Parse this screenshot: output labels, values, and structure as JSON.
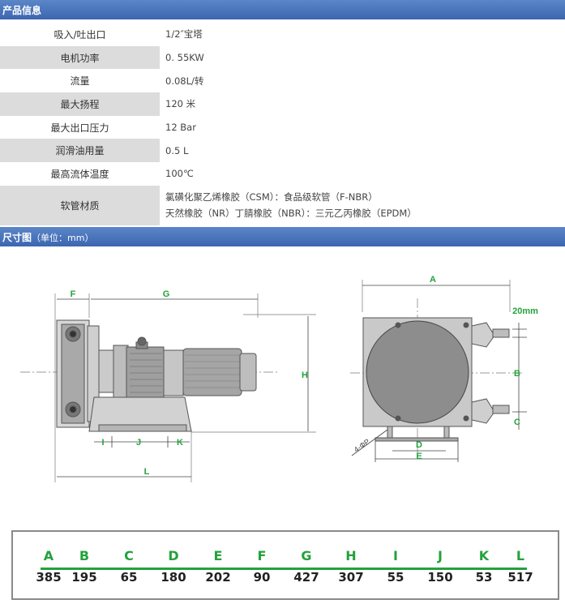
{
  "sections": {
    "product_info": "产品信息",
    "dimension_title": "尺寸图",
    "dimension_unit": "（单位：mm）"
  },
  "specs": [
    {
      "label": "吸入/吐出口",
      "value": "1/2″宝塔"
    },
    {
      "label": "电机功率",
      "value": "0. 55KW"
    },
    {
      "label": "流量",
      "value": "0.08L/转"
    },
    {
      "label": "最大扬程",
      "value": "120 米"
    },
    {
      "label": "最大出口压力",
      "value": "12 Bar"
    },
    {
      "label": "润滑油用量",
      "value": "0.5 L"
    },
    {
      "label": "最高流体温度",
      "value": "100℃"
    },
    {
      "label": "软管材质",
      "value": "氯磺化聚乙烯橡胶（CSM）：食品级软管（F-NBR）",
      "value2": "天然橡胶（NR）丁腈橡胶（NBR）：三元乙丙橡胶（EPDM）"
    }
  ],
  "drawing": {
    "side_labels": {
      "F": "F",
      "G": "G",
      "H": "H",
      "I": "I",
      "J": "J",
      "K": "K",
      "L": "L"
    },
    "front_labels": {
      "A": "A",
      "B": "B",
      "C": "C",
      "D": "D",
      "E": "E",
      "hose": "20mm",
      "holes": "4-ΦP"
    },
    "dim_color": "#23a23c"
  },
  "dimensions": [
    {
      "letter": "A",
      "value": "385"
    },
    {
      "letter": "B",
      "value": "195"
    },
    {
      "letter": "C",
      "value": "65"
    },
    {
      "letter": "D",
      "value": "180"
    },
    {
      "letter": "E",
      "value": "202"
    },
    {
      "letter": "F",
      "value": "90"
    },
    {
      "letter": "G",
      "value": "427"
    },
    {
      "letter": "H",
      "value": "307"
    },
    {
      "letter": "I",
      "value": "55"
    },
    {
      "letter": "J",
      "value": "150"
    },
    {
      "letter": "K",
      "value": "53"
    },
    {
      "letter": "L",
      "value": "517"
    }
  ]
}
